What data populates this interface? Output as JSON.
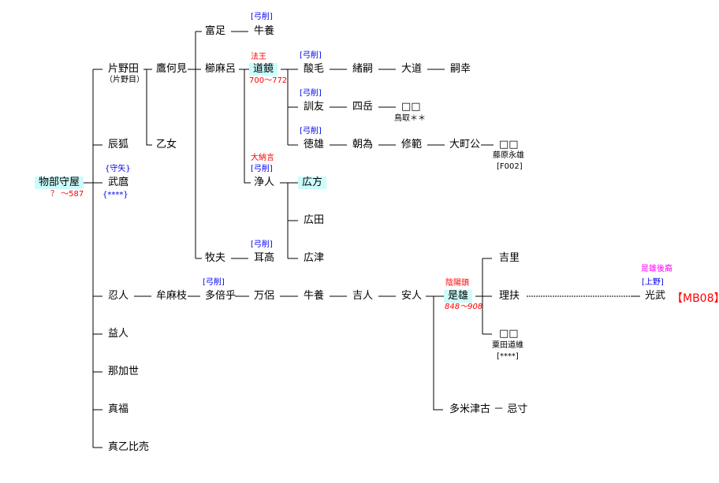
{
  "root": {
    "name": "物部守屋",
    "dates": "？ ～587"
  },
  "gen1": {
    "katanoda": "片野田",
    "katanoda_alt": "（片野目）",
    "tatsuko": "辰狐",
    "takemaro": "武麿",
    "takemaro_top": "{守矢}",
    "takemaro_bottom": "{****}",
    "oshihito": "忍人",
    "masuhito": "益人",
    "nakase": "那加世",
    "mafuku": "真福",
    "maotohime": "真乙比売"
  },
  "gen2": {
    "takanomi": "鷹何見",
    "otome": "乙女",
    "muta": "牟麻枝"
  },
  "gen3": {
    "tomitari": "富足",
    "kushimaro": "櫛麻呂",
    "makio": "牧夫",
    "tabeko": "多倍乎",
    "tabeko_tag": "[弓削]"
  },
  "gen4": {
    "ushikai": "牛養",
    "ushikai_tag": "[弓削]",
    "dokyo": "道鏡",
    "dokyo_title": "法王",
    "dokyo_dates": "700～772",
    "kiyohito": "浄人",
    "kiyohito_title": "大納言",
    "kiyohito_tag": "[弓削]",
    "mimitaka": "耳高",
    "mimitaka_tag": "[弓削]",
    "maro": "万侶"
  },
  "gen5": {
    "sakemo": "酸毛",
    "sakemo_tag": "[弓削]",
    "kunitomo": "訓友",
    "kunitomo_tag": "[弓削]",
    "norio": "徳雄",
    "norio_tag": "[弓削]",
    "hirokata": "広方",
    "hirota": "広田",
    "hirotsu": "広津",
    "ushikai2": "牛養"
  },
  "gen6": {
    "otsugu": "緒嗣",
    "shigaku": "四岳",
    "asatame": "朝為",
    "yoshihito": "吉人"
  },
  "gen7": {
    "daido": "大道",
    "unknown1": "□□",
    "unknown1_note": "鳥取＊＊",
    "shuhan": "修範",
    "yasuhito": "安人"
  },
  "gen8": {
    "tsuguyuki": "嗣幸",
    "omachi": "大町公",
    "koreo": "是雄",
    "koreo_title": "陰陽頭",
    "koreo_dates": "848～908",
    "tame": "多米津古 － 忌寸"
  },
  "gen9": {
    "unknown2": "□□",
    "unknown2_note": "藤原永雄",
    "unknown2_code": "[F002]",
    "yoshisato": "吉里",
    "risuke": "理扶",
    "unknown3": "□□",
    "unknown3_note": "粟田道維",
    "unknown3_code": "[****]"
  },
  "far": {
    "mitsutake": "光武",
    "mitsutake_note": "是雄後裔",
    "mitsutake_tag": "[上野]",
    "code": "【MB08】"
  },
  "colors": {
    "highlight": "#ccfcfc",
    "title": "#ff0000",
    "tag": "#0000ee",
    "note": "#ff00ff"
  }
}
